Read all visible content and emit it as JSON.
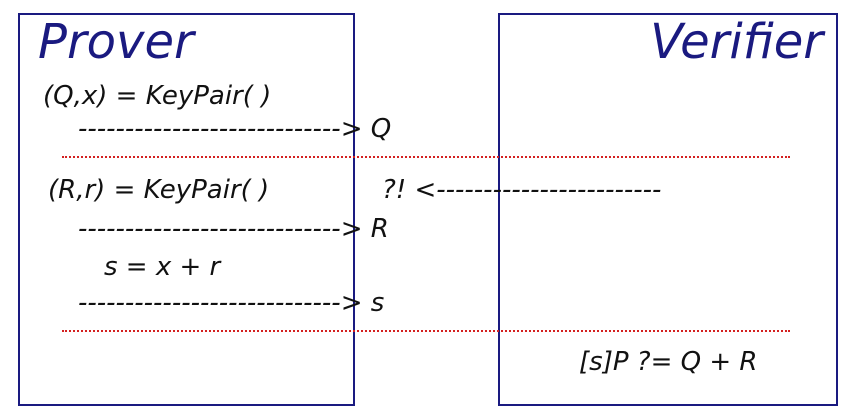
{
  "prover": {
    "title": "Prover",
    "keypair1": "(Q,x) = KeyPair( )",
    "arrow_q": "----------------------------> Q",
    "keypair2": "(R,r) = KeyPair( )",
    "arrow_r": "----------------------------> R",
    "response": "s = x + r",
    "arrow_s": "----------------------------> s"
  },
  "verifier": {
    "title": "Verifier",
    "challenge": "?! <------------------------",
    "check": "[s]P ?= Q + R"
  },
  "colors": {
    "box_border": "#1a1a80",
    "title": "#1a1a80",
    "text": "#111111",
    "separator": "#d42020"
  }
}
